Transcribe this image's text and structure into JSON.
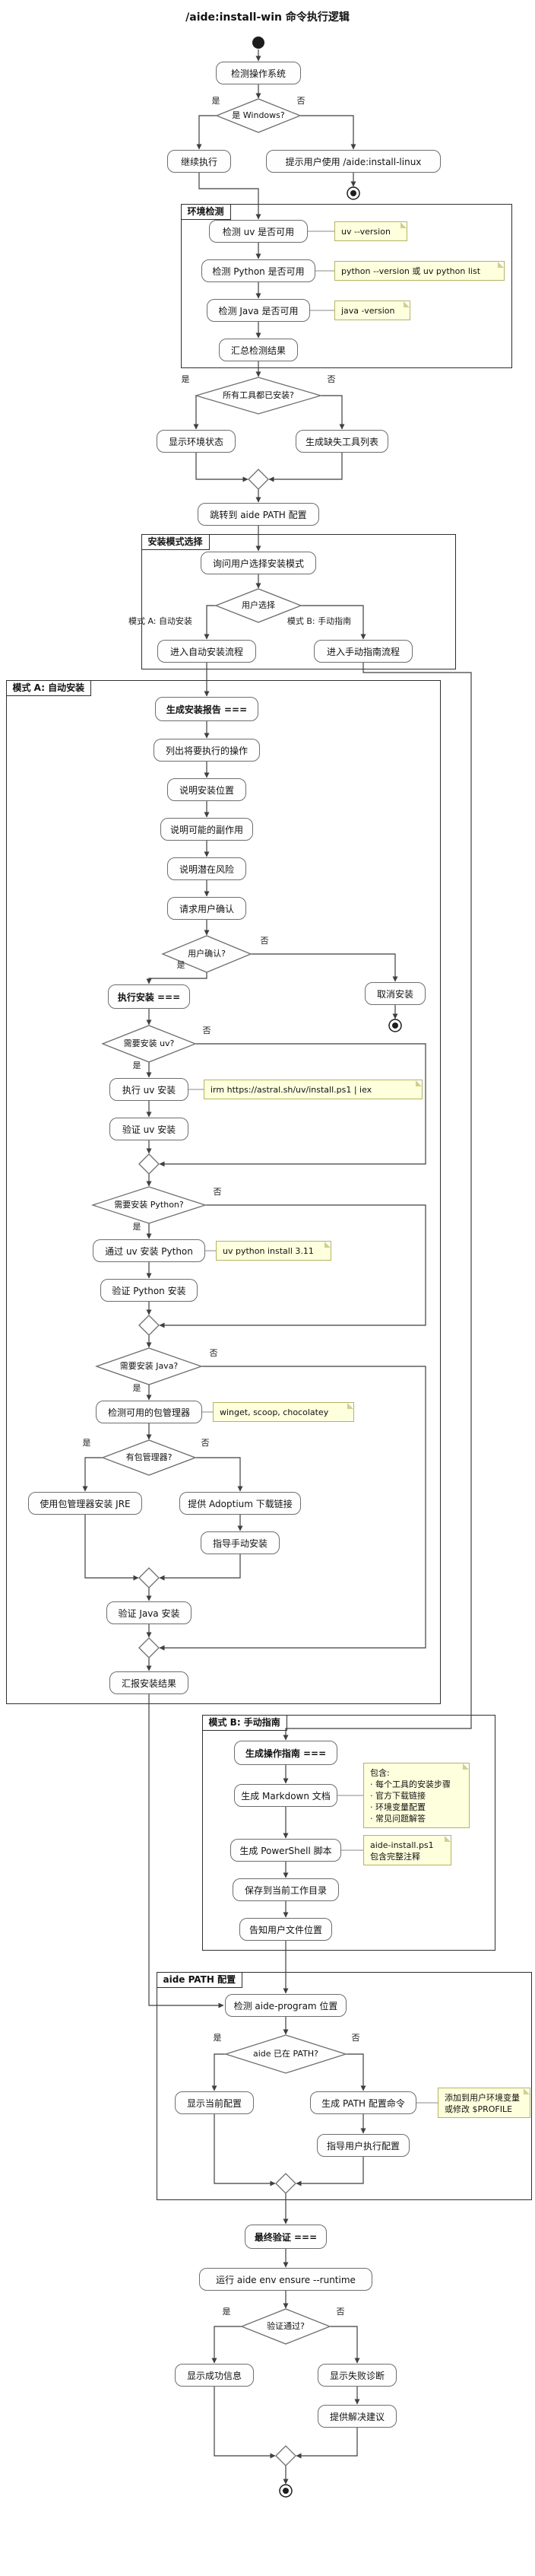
{
  "title": "/aide:install-win 命令执行逻辑",
  "labels": {
    "yes": "是",
    "no": "否",
    "mode_a_branch": "模式 A: 自动安装",
    "mode_b_branch": "模式 B: 手动指南"
  },
  "partitions": {
    "env": "环境检测",
    "mode_select": "安装模式选择",
    "mode_a": "模式 A: 自动安装",
    "mode_b": "模式 B: 手动指南",
    "aide_path": "aide PATH 配置"
  },
  "nodes": {
    "detect_os": "检测操作系统",
    "continue_exec": "继续执行",
    "use_linux": "提示用户使用 /aide:install-linux",
    "check_uv": "检测 uv 是否可用",
    "check_python": "检测 Python 是否可用",
    "check_java": "检测 Java 是否可用",
    "summarize": "汇总检测结果",
    "show_env_status": "显示环境状态",
    "gen_missing_list": "生成缺失工具列表",
    "jump_aide_path": "跳转到 aide PATH 配置",
    "ask_mode": "询问用户选择安装模式",
    "enter_auto": "进入自动安装流程",
    "enter_manual": "进入手动指南流程",
    "gen_report": "生成安装报告 ===",
    "list_ops": "列出将要执行的操作",
    "explain_location": "说明安装位置",
    "explain_side_effects": "说明可能的副作用",
    "explain_risks": "说明潜在风险",
    "request_confirm": "请求用户确认",
    "cancel_install": "取消安装",
    "exec_install": "执行安装 ===",
    "run_uv_install": "执行 uv 安装",
    "verify_uv": "验证 uv 安装",
    "uv_install_python": "通过 uv 安装 Python",
    "verify_python": "验证 Python 安装",
    "detect_pkg_mgr": "检测可用的包管理器",
    "pkg_install_jre": "使用包管理器安装 JRE",
    "adoptium_link": "提供 Adoptium 下载链接",
    "guide_manual": "指导手动安装",
    "verify_java": "验证 Java 安装",
    "report_results": "汇报安装结果",
    "gen_guide": "生成操作指南 ===",
    "gen_markdown": "生成 Markdown 文档",
    "gen_ps1": "生成 PowerShell 脚本",
    "save_cwd": "保存到当前工作目录",
    "tell_location": "告知用户文件位置",
    "detect_aide_location": "检测 aide-program 位置",
    "show_current_cfg": "显示当前配置",
    "gen_path_cmd": "生成 PATH 配置命令",
    "guide_user_cfg": "指导用户执行配置",
    "final_verify": "最终验证 ===",
    "run_env_ensure": "运行 aide env ensure --runtime",
    "show_success": "显示成功信息",
    "show_fail_diag": "显示失败诊断",
    "provide_suggestions": "提供解决建议"
  },
  "decisions": {
    "is_windows": "是 Windows?",
    "all_installed": "所有工具都已安装?",
    "user_choice": "用户选择",
    "user_confirm": "用户确认?",
    "need_uv": "需要安装 uv?",
    "need_python": "需要安装 Python?",
    "need_java": "需要安装 Java?",
    "has_pkg_mgr": "有包管理器?",
    "aide_in_path": "aide 已在 PATH?",
    "verify_pass": "验证通过?"
  },
  "notes": {
    "uv_check": "uv --version",
    "python_check": "python --version 或 uv python list",
    "java_check": "java -version",
    "uv_install_cmd": "irm https://astral.sh/uv/install.ps1 | iex",
    "python_install_cmd": "uv python install 3.11",
    "pkg_managers": "winget, scoop, chocolatey",
    "markdown_note": {
      "lines": [
        "包含:",
        "· 每个工具的安装步骤",
        "· 官方下载链接",
        "· 环境变量配置",
        "· 常见问题解答"
      ]
    },
    "ps1_note": {
      "lines": [
        "aide-install.ps1",
        "包含完整注释"
      ]
    },
    "path_note": {
      "lines": [
        "添加到用户环境变量",
        "或修改 $PROFILE"
      ]
    }
  },
  "colors": {
    "note_bg": "#FEFFDD",
    "activity_border": "#6e6e6e",
    "edge": "#3f3f3f"
  }
}
